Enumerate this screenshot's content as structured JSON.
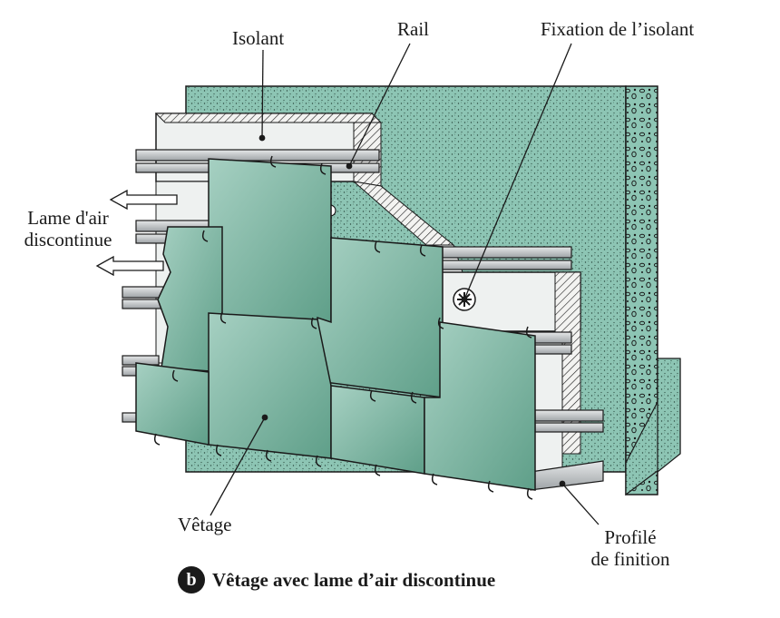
{
  "labels": {
    "isolant": "Isolant",
    "rail": "Rail",
    "fixation": "Fixation de l’isolant",
    "lame_line1": "Lame d'air",
    "lame_line2": "discontinue",
    "vetage": "Vêtage",
    "profile_line1": "Profilé",
    "profile_line2": "de finition"
  },
  "caption": {
    "badge": "b",
    "text": "Vêtage avec lame d’air discontinue"
  },
  "colors": {
    "wall": "#8dc5b4",
    "panel": "#6fae98",
    "panel_light": "#a6d0c2",
    "insulation": "#eef1f0",
    "rail": "#c4c8ca",
    "outline": "#1a1a1a"
  }
}
